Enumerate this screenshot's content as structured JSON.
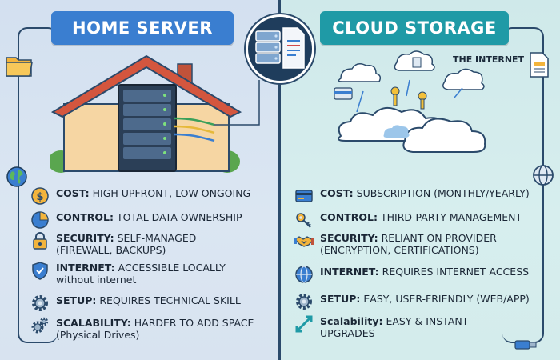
{
  "left": {
    "title": "HOME SERVER",
    "items": [
      {
        "label": "COST:",
        "text": "HIGH UPFRONT, LOW ONGOING",
        "icon": "dollar-coin-icon"
      },
      {
        "label": "CONTROL:",
        "text": "TOTAL DATA OWNERSHIP",
        "icon": "pie-chart-icon"
      },
      {
        "label": "SECURITY:",
        "text": "SELF-MANAGED",
        "text2": "(FIREWALL, BACKUPS)",
        "icon": "padlock-icon"
      },
      {
        "label": "INTERNET:",
        "text": "ACCESSIBLE LOCALLY",
        "text2": "without internet",
        "icon": "shield-check-icon"
      },
      {
        "label": "SETUP:",
        "text": "REQUIRES TECHNICAL SKILL",
        "icon": "gear-icon"
      },
      {
        "label": "SCALABILITY:",
        "text": "HARDER TO ADD SPACE",
        "text2": "(Physical Drives)",
        "icon": "gears-icon"
      }
    ]
  },
  "right": {
    "title": "CLOUD STORAGE",
    "internet_label": "THE INTERNET",
    "items": [
      {
        "label": "COST:",
        "text": "SUBSCRIPTION (MONTHLY/YEARLY)",
        "icon": "credit-card-icon"
      },
      {
        "label": "CONTROL:",
        "text": "THIRD-PARTY MANAGEMENT",
        "icon": "key-icon"
      },
      {
        "label": "SECURITY:",
        "text": "RELIANT ON PROVIDER",
        "text2": "(ENCRYPTION, CERTIFICATIONS)",
        "icon": "handshake-icon"
      },
      {
        "label": "INTERNET:",
        "text": "REQUIRES INTERNET ACCESS",
        "icon": "globe-icon"
      },
      {
        "label": "SETUP:",
        "text": "EASY, USER-FRIENDLY (WEB/APP)",
        "icon": "gear-icon"
      },
      {
        "label": "Scalability:",
        "text": "EASY & INSTANT",
        "text2": "UPGRADES",
        "icon": "scale-arrows-icon"
      }
    ]
  },
  "colors": {
    "left_banner": "#3a7ed0",
    "right_banner": "#1f9aa6",
    "divider": "#2b4a6b",
    "text": "#1a2635"
  }
}
